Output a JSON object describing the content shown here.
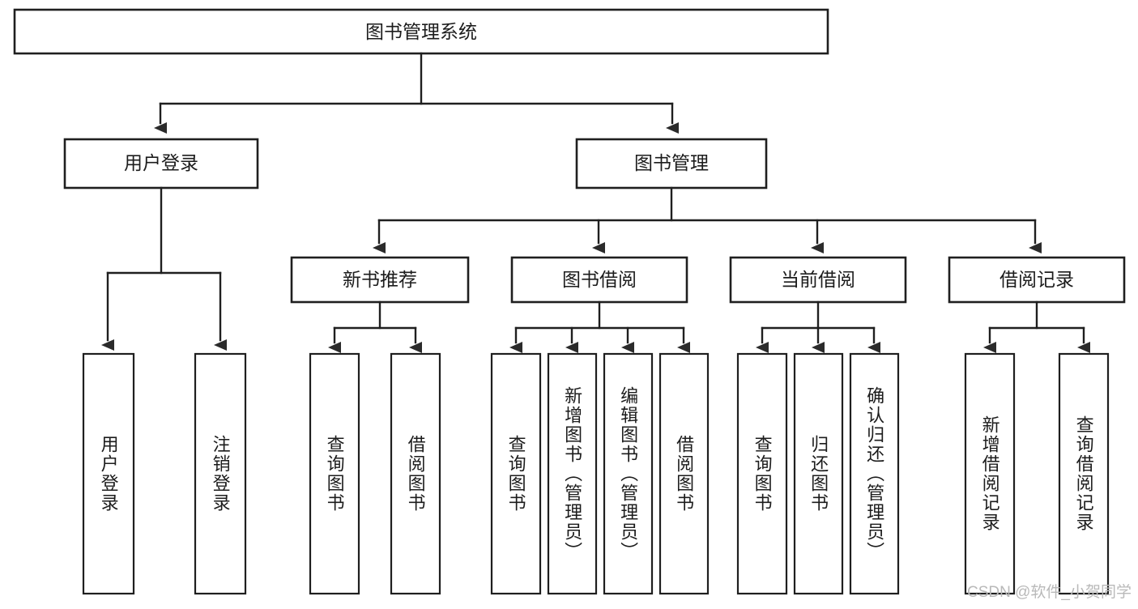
{
  "diagram": {
    "title": "图书管理系统",
    "type": "hierarchy-tree",
    "background_color": "#ffffff",
    "line_color": "#1f1f1f",
    "text_color": "#1c1c1c"
  },
  "root": {
    "label": "图书管理系统"
  },
  "level1": [
    {
      "id": "user-login",
      "label": "用户登录"
    },
    {
      "id": "book-management",
      "label": "图书管理"
    }
  ],
  "level2": [
    {
      "id": "new-book-recommend",
      "label": "新书推荐"
    },
    {
      "id": "book-borrow",
      "label": "图书借阅"
    },
    {
      "id": "current-borrow",
      "label": "当前借阅"
    },
    {
      "id": "borrow-record",
      "label": "借阅记录"
    }
  ],
  "leaves": {
    "user_login": [
      {
        "id": "leaf-user-login",
        "label": "用户登录"
      },
      {
        "id": "leaf-logout-login",
        "label": "注销登录"
      }
    ],
    "new_book_recommend": [
      {
        "id": "leaf-query-book-1",
        "label": "查询图书"
      },
      {
        "id": "leaf-borrow-book-1",
        "label": "借阅图书"
      }
    ],
    "book_borrow": [
      {
        "id": "leaf-query-book-2",
        "label": "查询图书"
      },
      {
        "id": "leaf-add-book",
        "label": "新增图书（管理员）"
      },
      {
        "id": "leaf-edit-book",
        "label": "编辑图书（管理员）"
      },
      {
        "id": "leaf-borrow-book-2",
        "label": "借阅图书"
      }
    ],
    "current_borrow": [
      {
        "id": "leaf-query-book-3",
        "label": "查询图书"
      },
      {
        "id": "leaf-return-book",
        "label": "归还图书"
      },
      {
        "id": "leaf-confirm-return",
        "label": "确认归还（管理员）"
      }
    ],
    "borrow_record": [
      {
        "id": "leaf-add-record",
        "label": "新增借阅记录"
      },
      {
        "id": "leaf-query-record",
        "label": "查询借阅记录"
      }
    ]
  },
  "watermark": {
    "text": "CSDN @软件_小贺同学"
  }
}
